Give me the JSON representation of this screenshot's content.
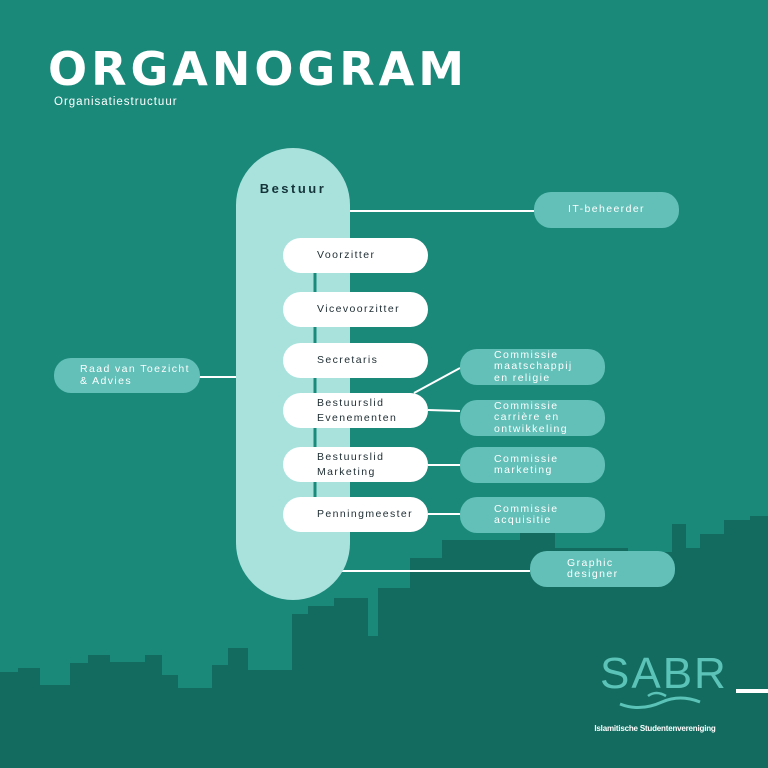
{
  "header": {
    "title": "ORGANOGRAM",
    "subtitle": "Organisatiestructuur"
  },
  "board": {
    "title": "Bestuur",
    "roles": [
      "Voorzitter",
      "Vicevoorzitter",
      "Secretaris",
      "Bestuurslid\nEvenementen",
      "Bestuurslid\nMarketing",
      "Penningmeester"
    ]
  },
  "side_nodes": {
    "it": "IT-beheerder",
    "raad": "Raad van Toezicht\n & Advies",
    "commissie_maatschappij": "Commissie\nmaatschappij\nen religie",
    "commissie_carriere": "Commissie\ncarrière en\nontwikkeling",
    "commissie_marketing": "Commissie\nmarketing",
    "commissie_acquisitie": "Commissie\nacquisitie",
    "graphic": "Graphic\ndesigner"
  },
  "logo": {
    "name": "SABR",
    "tagline": "Islamitische Studentenvereniging"
  },
  "colors": {
    "background": "#1b897a",
    "skyline": "#126a5e",
    "pill": "#a9e2dd",
    "side_node": "#62c0b8"
  }
}
